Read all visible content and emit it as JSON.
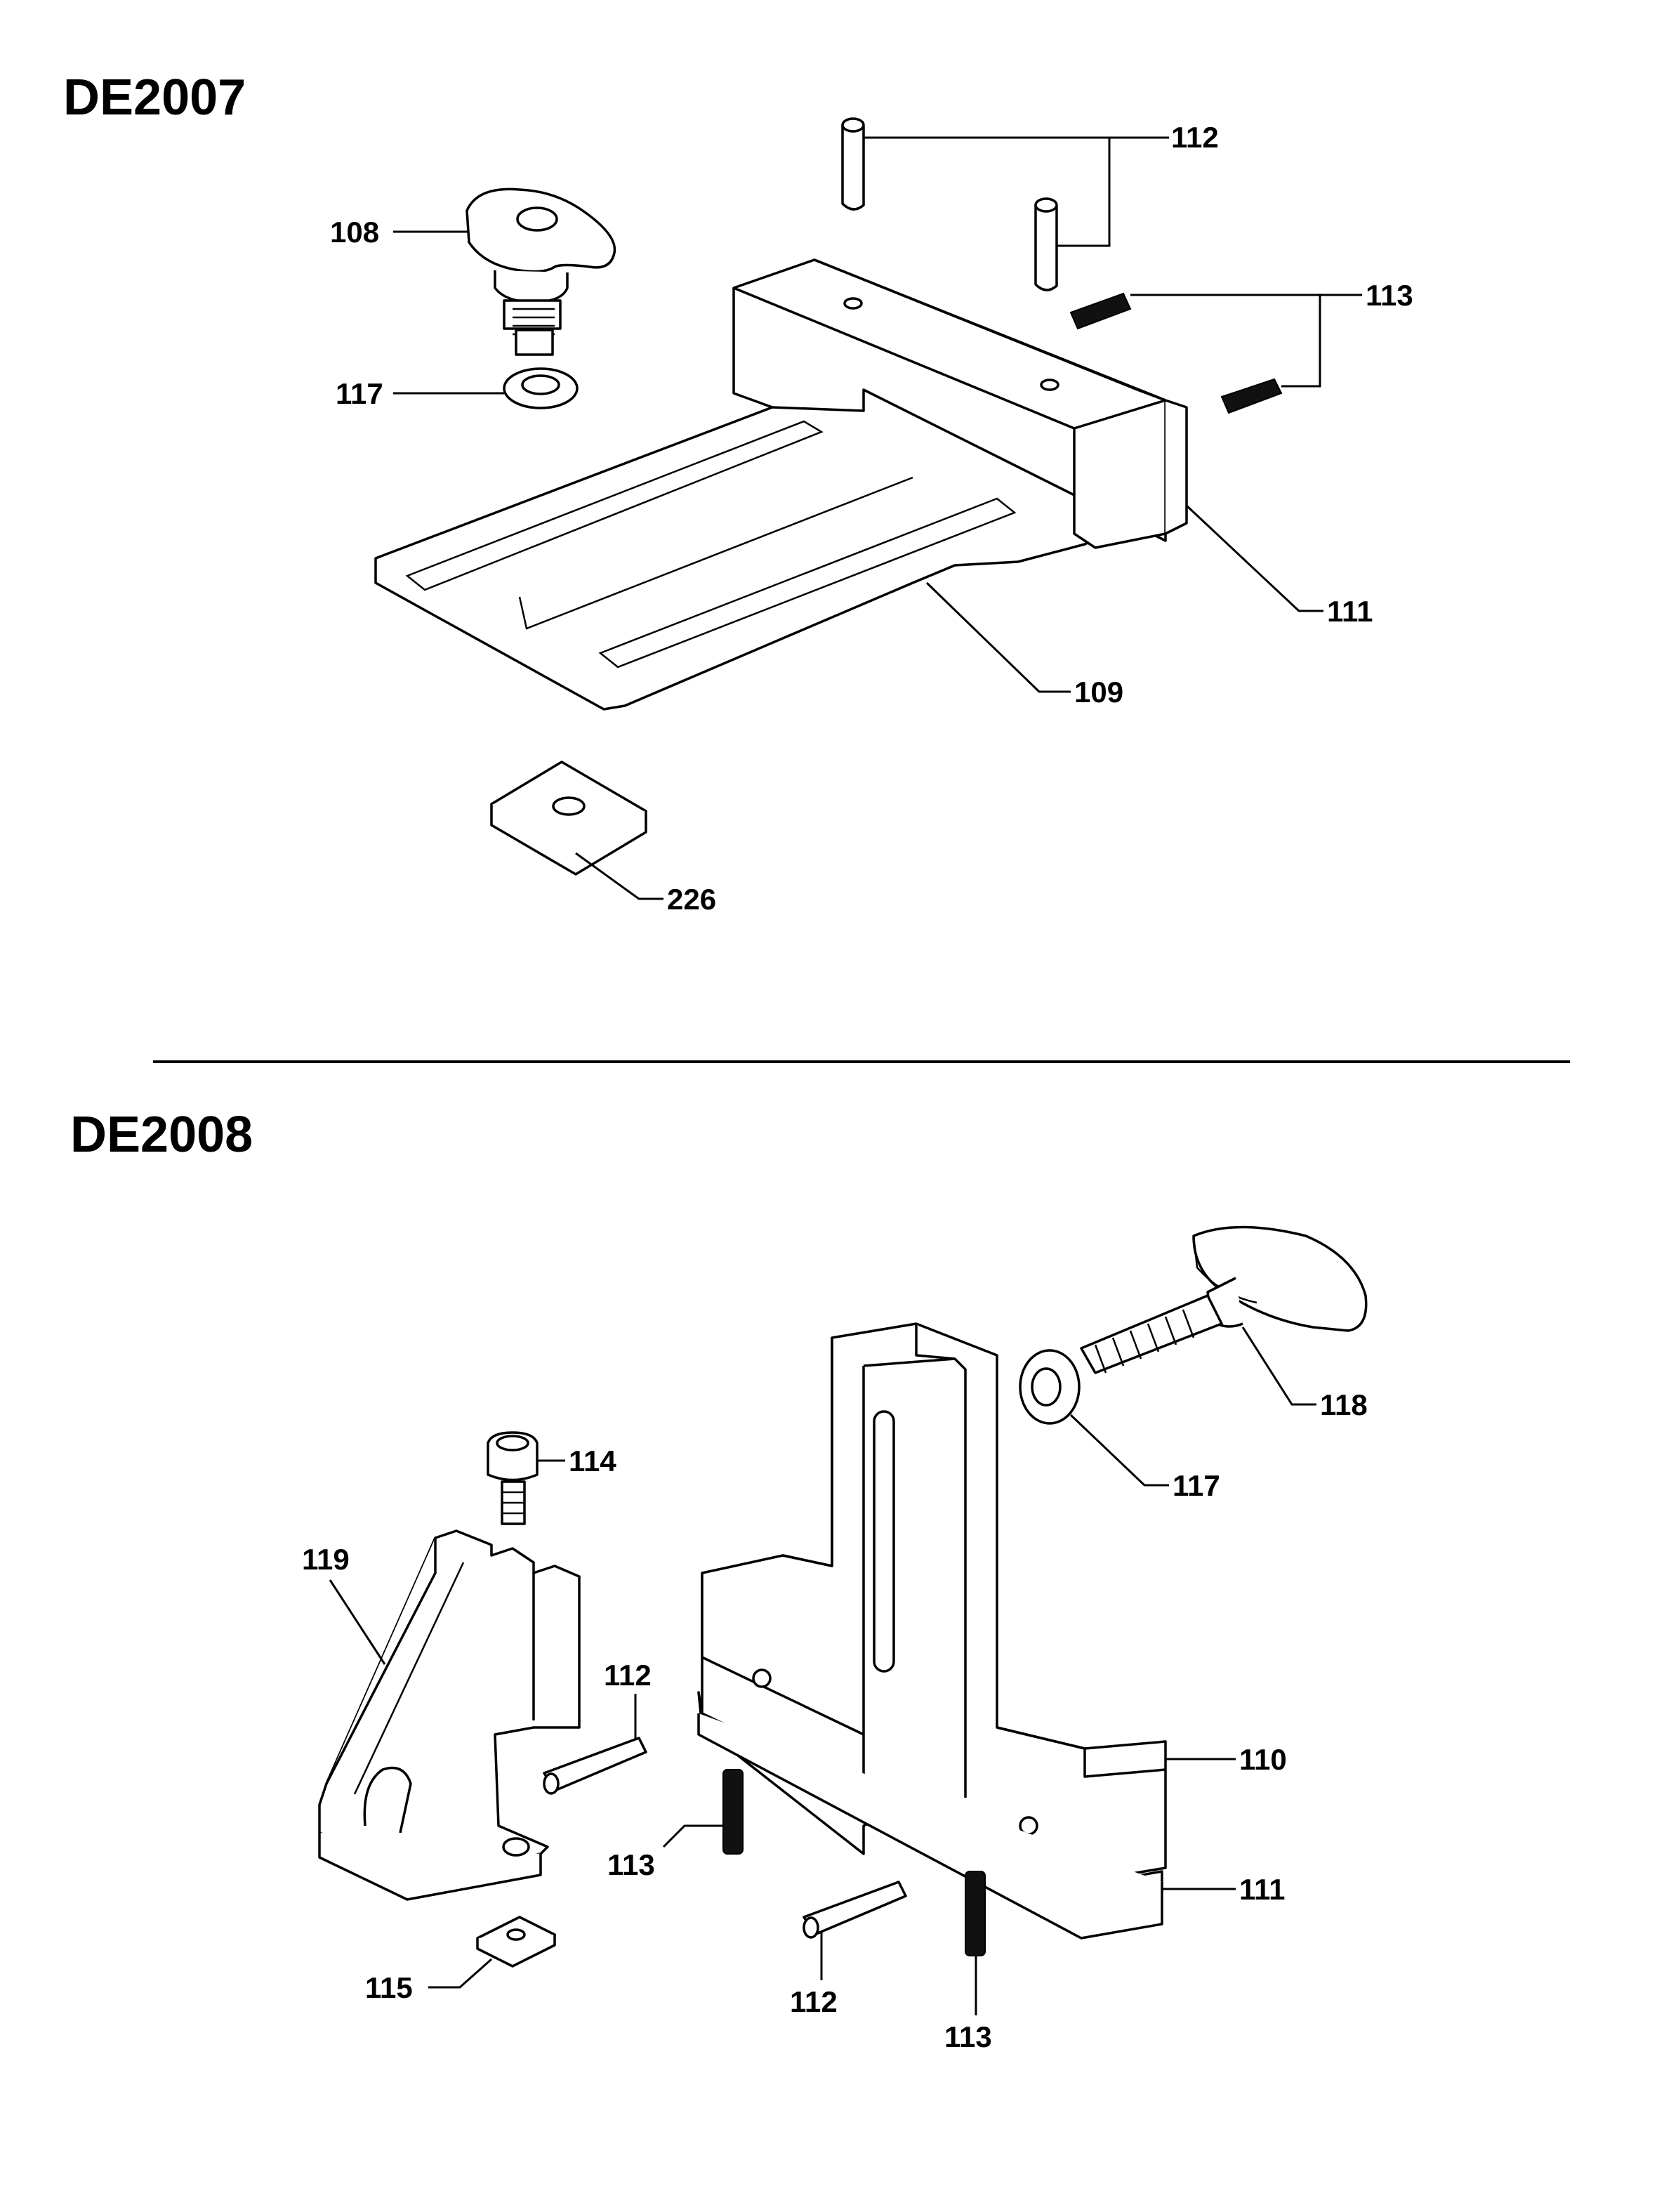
{
  "sections": [
    {
      "model": "DE2007",
      "callouts": [
        "108",
        "112",
        "113",
        "117",
        "111",
        "109",
        "226"
      ]
    },
    {
      "model": "DE2008",
      "callouts": [
        "118",
        "117",
        "114",
        "119",
        "112",
        "110",
        "113",
        "111",
        "115",
        "112",
        "113"
      ]
    }
  ],
  "colors": {
    "ink": "#000000",
    "paper": "#ffffff"
  }
}
